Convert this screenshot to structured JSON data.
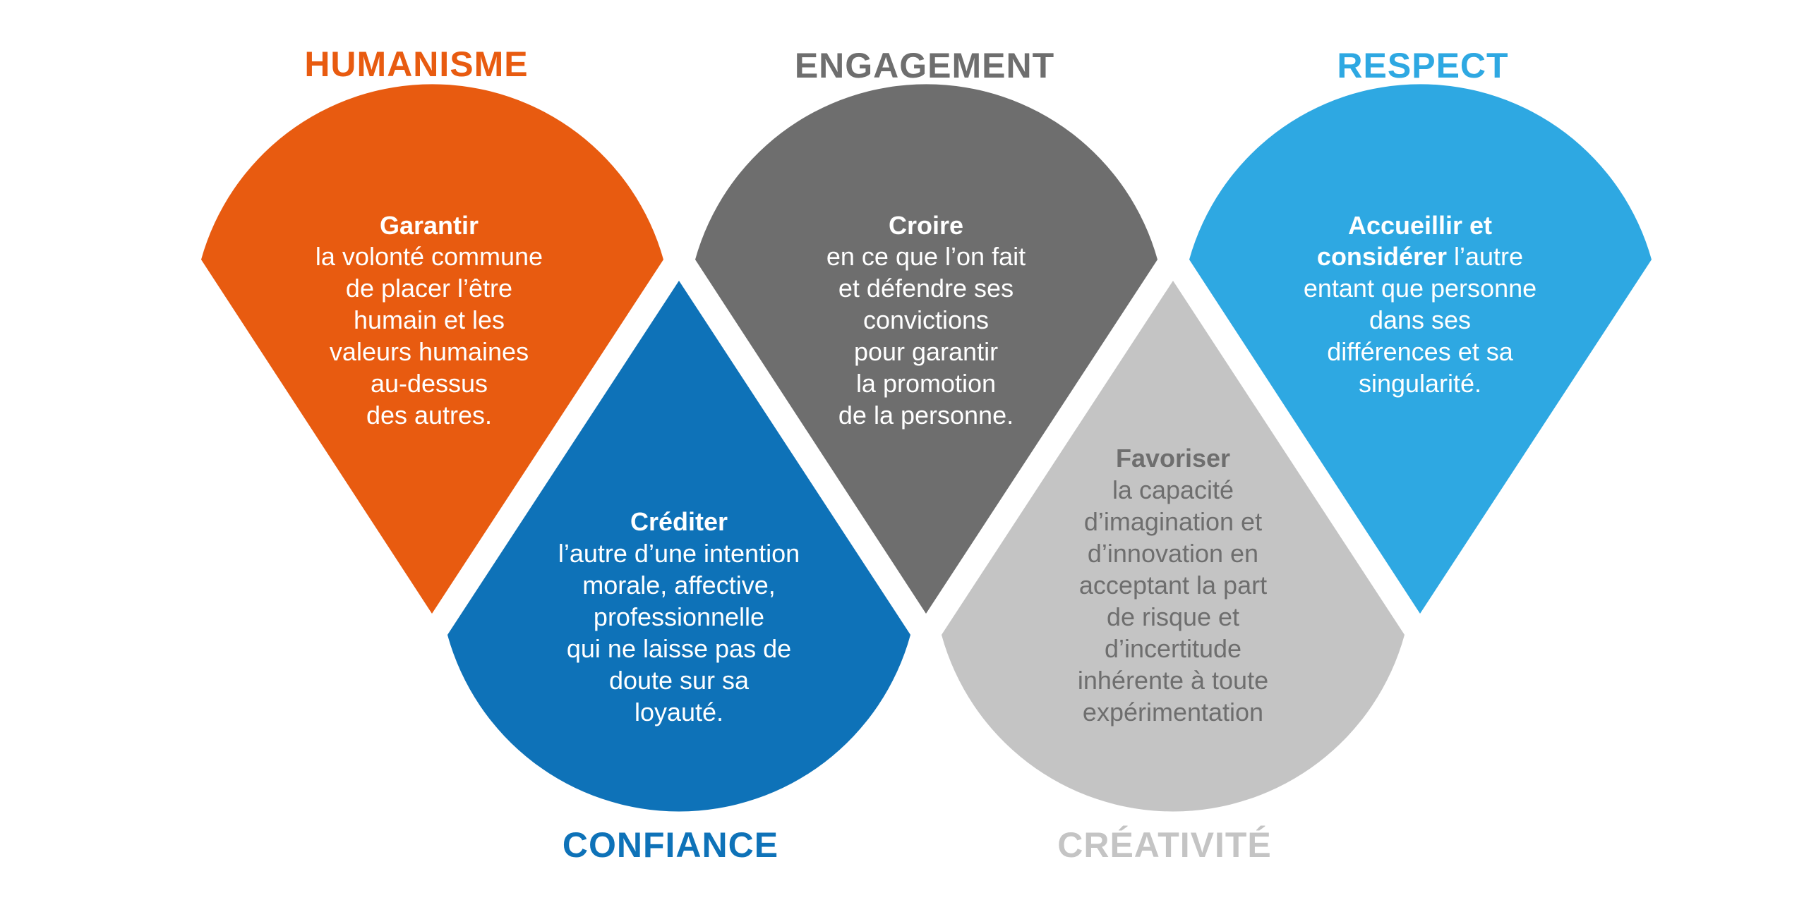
{
  "colors": {
    "orange": "#E85B10",
    "blue": "#0E72B8",
    "darkgray": "#6E6E6E",
    "lightgray": "#C4C4C4",
    "skyblue": "#2EA8E2",
    "white": "#FFFFFF",
    "gray_text": "#6E6E6E"
  },
  "values": [
    {
      "id": "humanisme",
      "title": "HUMANISME",
      "heading": "Garantir",
      "lines": [
        "la volonté commune",
        "de placer l’être",
        "humain et les",
        "valeurs humaines",
        "au-dessus",
        "des autres."
      ]
    },
    {
      "id": "engagement",
      "title": "ENGAGEMENT",
      "heading": "Croire",
      "lines": [
        "en ce que l’on fait",
        "et défendre ses",
        "convictions",
        "pour garantir",
        "la promotion",
        "de la personne."
      ]
    },
    {
      "id": "respect",
      "title": "RESPECT",
      "heading_line1": "Accueillir et",
      "heading_line2": "considérer",
      "heading_line2_tail": " l’autre",
      "lines": [
        "entant que personne",
        "dans ses",
        "différences et sa",
        "singularité."
      ]
    },
    {
      "id": "confiance",
      "title": "CONFIANCE",
      "heading": "Créditer",
      "lines": [
        "l’autre d’une intention",
        "morale, affective,",
        "professionnelle",
        "qui ne laisse pas de",
        "doute sur sa",
        "loyauté."
      ]
    },
    {
      "id": "creativite",
      "title": "CRÉATIVITÉ",
      "heading": "Favoriser",
      "lines": [
        "la capacité",
        "d’imagination et",
        "d’innovation en",
        "acceptant la part",
        "de risque et",
        "d’incertitude",
        "inhérente à toute",
        "expérimentation"
      ]
    }
  ]
}
